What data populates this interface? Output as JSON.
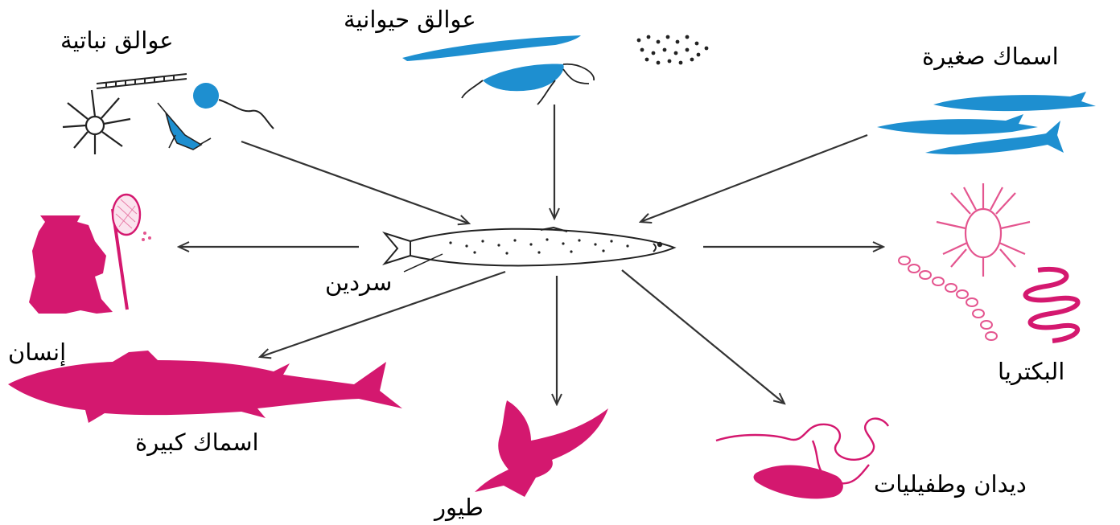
{
  "labels": {
    "phytoplankton": "عوالق نباتية",
    "zooplankton": "عوالق حيوانية",
    "small_fish": "اسماك صغيرة",
    "sardine": "سردين",
    "human": "إنسان",
    "large_fish": "اسماك كبيرة",
    "birds": "طيور",
    "worms_parasites": "ديدان وطفيليات",
    "bacteria": "البكتريا"
  },
  "colors": {
    "prey": "#1e8fd0",
    "predator": "#d4186f",
    "bacteria": "#e4558f",
    "arrow": "#333333",
    "line": "#222222"
  }
}
